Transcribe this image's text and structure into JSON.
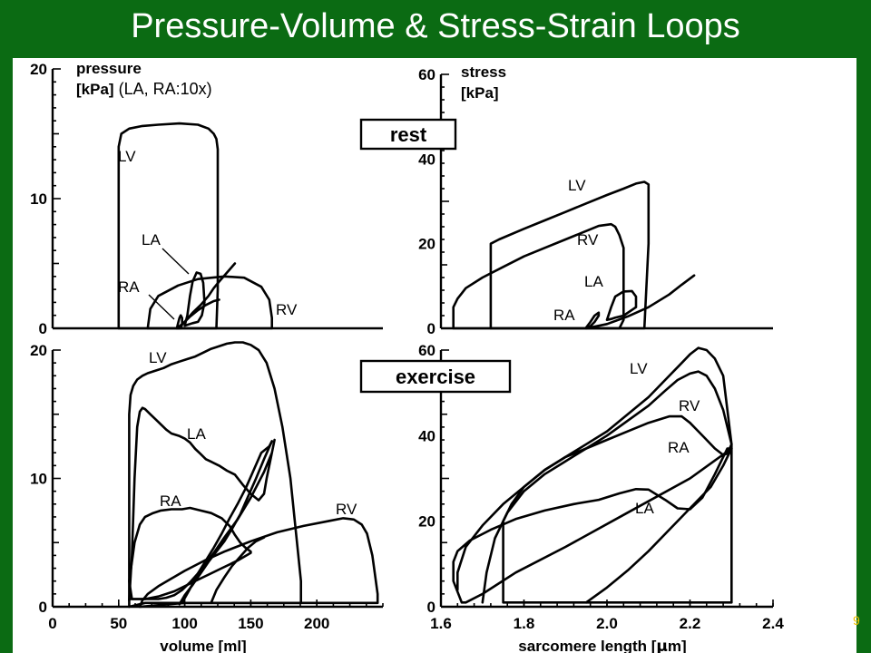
{
  "slide": {
    "title": "Pressure-Volume & Stress-Strain Loops",
    "page_number": "9",
    "rest_label": "rest",
    "exercise_label": "exercise",
    "accent_color": "#0b6b13",
    "title_color": "#ffffff",
    "page_number_color": "#f2c200"
  },
  "chart_data": [
    {
      "type": "line",
      "panel": "rest-pressure-volume",
      "ylabel_line1": "pressure",
      "ylabel_line2_bold": "[kPa]",
      "ylabel_line2_note": " (LA, RA:10x)",
      "ylim": [
        0,
        20
      ],
      "yticks": [
        0,
        10,
        20
      ],
      "series": [
        {
          "name": "LV",
          "x": [
            50,
            50,
            52,
            58,
            68,
            80,
            96,
            110,
            118,
            122,
            124,
            125,
            125,
            124,
            60,
            50
          ],
          "y": [
            0,
            14,
            15,
            15.4,
            15.6,
            15.7,
            15.8,
            15.7,
            15.4,
            15,
            14.6,
            13.8,
            3,
            0,
            0,
            0
          ]
        },
        {
          "name": "RV",
          "x": [
            72,
            74,
            80,
            95,
            110,
            130,
            145,
            158,
            164,
            166,
            166,
            100,
            72
          ],
          "y": [
            0,
            1.5,
            2.5,
            3.3,
            3.8,
            4,
            3.9,
            3.2,
            2.2,
            0.8,
            0,
            0,
            0
          ]
        },
        {
          "name": "LA",
          "x": [
            100,
            102,
            104,
            106,
            109,
            112,
            114,
            115,
            113,
            110,
            106,
            103,
            100
          ],
          "y": [
            0.2,
            1,
            2.5,
            3.6,
            4.3,
            4.2,
            3.5,
            2,
            1,
            0.5,
            0.4,
            0.3,
            0.2
          ]
        },
        {
          "name": "RA",
          "x": [
            94,
            95,
            96,
            97,
            98,
            98,
            97,
            95,
            94
          ],
          "y": [
            0,
            0.4,
            0.8,
            1,
            0.8,
            0.3,
            0,
            0,
            0
          ]
        },
        {
          "name": "",
          "x": [
            95,
            100,
            106,
            112,
            118,
            122,
            126,
            132,
            138
          ],
          "y": [
            0,
            0.5,
            1.2,
            1.8,
            2.5,
            3.1,
            3.6,
            4.3,
            5
          ]
        },
        {
          "name": "",
          "x": [
            94,
            99,
            104,
            110,
            116,
            122,
            126
          ],
          "y": [
            0,
            0.4,
            0.9,
            1.4,
            1.8,
            2.1,
            2.2
          ]
        }
      ]
    },
    {
      "type": "line",
      "panel": "rest-stress-strain",
      "ylabel_line1": "stress",
      "ylabel_line2": "[kPa]",
      "ylim": [
        0,
        60
      ],
      "yticks": [
        0,
        20,
        40,
        60
      ],
      "series": [
        {
          "name": "LV",
          "x": [
            1.72,
            1.72,
            1.74,
            1.8,
            1.85,
            1.9,
            1.95,
            2.0,
            2.04,
            2.07,
            2.09,
            2.1,
            2.1,
            2.1,
            2.09,
            1.85,
            1.72
          ],
          "y": [
            0,
            20,
            21,
            23.5,
            25.5,
            27.5,
            29.5,
            31.5,
            33,
            34.2,
            34.6,
            34,
            31,
            20,
            0,
            0,
            0
          ]
        },
        {
          "name": "RV",
          "x": [
            1.63,
            1.63,
            1.64,
            1.66,
            1.7,
            1.75,
            1.8,
            1.85,
            1.9,
            1.95,
            1.98,
            2.01,
            2.02,
            2.03,
            2.04,
            2.04,
            2.04,
            2.03,
            1.8,
            1.63
          ],
          "y": [
            0,
            5,
            7,
            9.5,
            12,
            14.5,
            17,
            19,
            21,
            23,
            24.2,
            24.6,
            24,
            22,
            19,
            10,
            2,
            0,
            0,
            0
          ]
        },
        {
          "name": "LA",
          "x": [
            2.0,
            2.01,
            2.02,
            2.04,
            2.06,
            2.07,
            2.07,
            2.04,
            2.02,
            2.01,
            2.0
          ],
          "y": [
            2,
            5,
            7.5,
            8.7,
            8.8,
            7.5,
            5,
            3,
            2.5,
            2.2,
            2
          ]
        },
        {
          "name": "RA",
          "x": [
            1.95,
            1.96,
            1.97,
            1.98,
            1.98,
            1.97,
            1.96,
            1.95
          ],
          "y": [
            0.2,
            1.5,
            3,
            3.7,
            3,
            1.5,
            0.5,
            0.2
          ]
        },
        {
          "name": "",
          "x": [
            1.95,
            2.0,
            2.05,
            2.1,
            2.15,
            2.18,
            2.21
          ],
          "y": [
            0,
            1,
            2.8,
            5,
            8,
            10.3,
            12.5
          ]
        }
      ]
    },
    {
      "type": "line",
      "panel": "exercise-pressure-volume",
      "xlabel": "volume [ml]",
      "xlim": [
        0,
        250
      ],
      "xticks": [
        0,
        50,
        100,
        150,
        200
      ],
      "ylim": [
        0,
        20
      ],
      "yticks": [
        0,
        10,
        20
      ],
      "series": [
        {
          "name": "LV",
          "x": [
            58,
            58,
            59,
            61,
            64,
            68,
            72,
            78,
            84,
            90,
            96,
            102,
            108,
            114,
            120,
            126,
            132,
            138,
            144,
            150,
            156,
            162,
            168,
            174,
            180,
            184,
            188,
            188,
            188,
            70,
            58
          ],
          "y": [
            0,
            15,
            16.5,
            17.2,
            17.7,
            18,
            18.2,
            18.4,
            18.6,
            18.9,
            19.1,
            19.3,
            19.5,
            19.8,
            20.1,
            20.3,
            20.5,
            20.6,
            20.6,
            20.4,
            20,
            19,
            17,
            14,
            10,
            6,
            2,
            0.3,
            0.3,
            0.3,
            0
          ]
        },
        {
          "name": "LA",
          "x": [
            58,
            60,
            62,
            64,
            66,
            68,
            70,
            74,
            78,
            82,
            86,
            90,
            96,
            100,
            104,
            108,
            112,
            116,
            120,
            126,
            132,
            138,
            144,
            150,
            156,
            160,
            162,
            164,
            166,
            168,
            166,
            160,
            150,
            140,
            130,
            122,
            116,
            110,
            104,
            98,
            92,
            86,
            80,
            74,
            68,
            64,
            62,
            60,
            58,
            58
          ],
          "y": [
            0.5,
            4,
            10,
            14,
            15.2,
            15.5,
            15.4,
            15,
            14.6,
            14.2,
            13.8,
            13.5,
            13.3,
            13.1,
            12.8,
            12.3,
            11.9,
            11.5,
            11.3,
            11,
            10.6,
            10.3,
            9.5,
            8.8,
            8.3,
            8.8,
            10,
            11,
            12,
            13,
            12,
            10.5,
            8.5,
            6.8,
            5.4,
            4.2,
            3.4,
            2.6,
            1.9,
            1.3,
            0.9,
            0.7,
            0.6,
            0.6,
            0.6,
            0.6,
            0.6,
            0.6,
            0.6,
            0.5
          ]
        },
        {
          "name": "RA",
          "x": [
            58,
            60,
            62,
            66,
            70,
            76,
            82,
            90,
            98,
            104,
            112,
            120,
            128,
            134,
            138,
            142,
            146,
            150,
            150,
            140,
            128,
            116,
            104,
            92,
            80,
            70,
            64,
            60,
            58
          ],
          "y": [
            2,
            3.5,
            5,
            6.4,
            7,
            7.3,
            7.5,
            7.6,
            7.6,
            7.7,
            7.5,
            7.3,
            6.9,
            6.3,
            5.6,
            5,
            4.6,
            4.3,
            4.2,
            3.6,
            3,
            2.4,
            1.8,
            1.2,
            0.8,
            0.6,
            0.6,
            0.6,
            2
          ]
        },
        {
          "name": "RV",
          "x": [
            66,
            68,
            72,
            80,
            90,
            100,
            115,
            130,
            150,
            170,
            190,
            210,
            220,
            228,
            234,
            238,
            242,
            244,
            246,
            246,
            200,
            150,
            100,
            66
          ],
          "y": [
            0,
            0.5,
            1,
            1.6,
            2.2,
            2.8,
            3.6,
            4.3,
            5.1,
            5.8,
            6.3,
            6.7,
            6.9,
            6.8,
            6.4,
            5.7,
            4,
            2.5,
            1,
            0.3,
            0.3,
            0.3,
            0.3,
            0
          ]
        },
        {
          "name": "",
          "x": [
            98,
            104,
            110,
            116,
            122,
            128,
            134,
            140,
            146,
            152,
            158,
            164,
            166
          ],
          "y": [
            0.3,
            1.4,
            2.6,
            3.6,
            4.6,
            5.7,
            6.9,
            8,
            9.2,
            10.6,
            12,
            12.5,
            12.9
          ]
        },
        {
          "name": "",
          "x": [
            96,
            100,
            106,
            112,
            118,
            124,
            130,
            136,
            142,
            148,
            154,
            160,
            166
          ],
          "y": [
            0.2,
            0.9,
            1.7,
            2.6,
            3.5,
            4.3,
            5.1,
            6.1,
            7.2,
            8.6,
            10,
            11.5,
            12.9
          ]
        },
        {
          "name": "",
          "x": [
            120,
            124,
            130,
            136,
            142,
            148,
            154,
            160
          ],
          "y": [
            0.3,
            1.3,
            2.3,
            3.2,
            3.9,
            4.6,
            5.1,
            5.4
          ]
        }
      ]
    },
    {
      "type": "line",
      "panel": "exercise-stress-strain",
      "xlabel_prefix": "sarcomere length [",
      "xlabel_greek": "μ",
      "xlabel_suffix": "m]",
      "xlim": [
        1.6,
        2.4
      ],
      "xticks": [
        "1.6",
        "1.8",
        "2.0",
        "2.2",
        "2.4"
      ],
      "ylim": [
        0,
        60
      ],
      "yticks": [
        0,
        20,
        40,
        60
      ],
      "series": [
        {
          "name": "LV",
          "x": [
            1.75,
            1.75,
            1.77,
            1.8,
            1.85,
            1.9,
            1.95,
            2.0,
            2.05,
            2.1,
            2.14,
            2.18,
            2.2,
            2.22,
            2.24,
            2.26,
            2.28,
            2.29,
            2.3,
            2.3,
            2.3,
            2.1,
            1.9,
            1.75
          ],
          "y": [
            1,
            20,
            24,
            28,
            32,
            35,
            38,
            41,
            45,
            49,
            53,
            57,
            59,
            60.5,
            60,
            58,
            54,
            46,
            38,
            20,
            1,
            1,
            1,
            1
          ]
        },
        {
          "name": "RV",
          "x": [
            1.7,
            1.71,
            1.73,
            1.76,
            1.8,
            1.85,
            1.9,
            1.95,
            2.0,
            2.05,
            2.1,
            2.14,
            2.17,
            2.2,
            2.22,
            2.24,
            2.26,
            2.28,
            2.3
          ],
          "y": [
            1,
            8,
            16,
            22,
            27,
            31,
            34,
            37,
            40,
            43.5,
            47,
            50.5,
            53,
            54.5,
            55,
            54,
            51,
            46,
            38
          ]
        },
        {
          "name": "RA",
          "x": [
            1.64,
            1.64,
            1.66,
            1.7,
            1.75,
            1.8,
            1.85,
            1.9,
            1.95,
            2.0,
            2.05,
            2.1,
            2.15,
            2.18,
            2.2,
            2.22,
            2.24,
            2.26,
            2.28,
            2.29,
            2.3
          ],
          "y": [
            4,
            8,
            14,
            19,
            24,
            28,
            32,
            35,
            37,
            39,
            41,
            43,
            44.5,
            44.5,
            43,
            41,
            39,
            37,
            35.5,
            35.8,
            38
          ]
        },
        {
          "name": "LA",
          "x": [
            1.65,
            1.63,
            1.63,
            1.64,
            1.67,
            1.72,
            1.78,
            1.85,
            1.92,
            1.98,
            2.03,
            2.07,
            2.1,
            2.14,
            2.17,
            2.2,
            2.23,
            2.26,
            2.28,
            2.29,
            2.3,
            2.3,
            2.2,
            2.05,
            1.9,
            1.78,
            1.7,
            1.66,
            1.65
          ],
          "y": [
            1,
            6,
            10.5,
            13,
            15.5,
            18,
            20.5,
            22.5,
            24,
            25,
            26.5,
            27.5,
            27.4,
            25,
            23,
            22.8,
            25.5,
            31,
            35,
            37,
            37,
            37,
            30,
            22,
            14,
            8,
            3,
            1,
            1
          ]
        },
        {
          "name": "",
          "x": [
            1.95,
            2.0,
            2.05,
            2.1,
            2.15,
            2.2,
            2.25,
            2.28,
            2.3
          ],
          "y": [
            1,
            4.5,
            8.5,
            13,
            18,
            23,
            28,
            33,
            37
          ]
        }
      ]
    }
  ]
}
